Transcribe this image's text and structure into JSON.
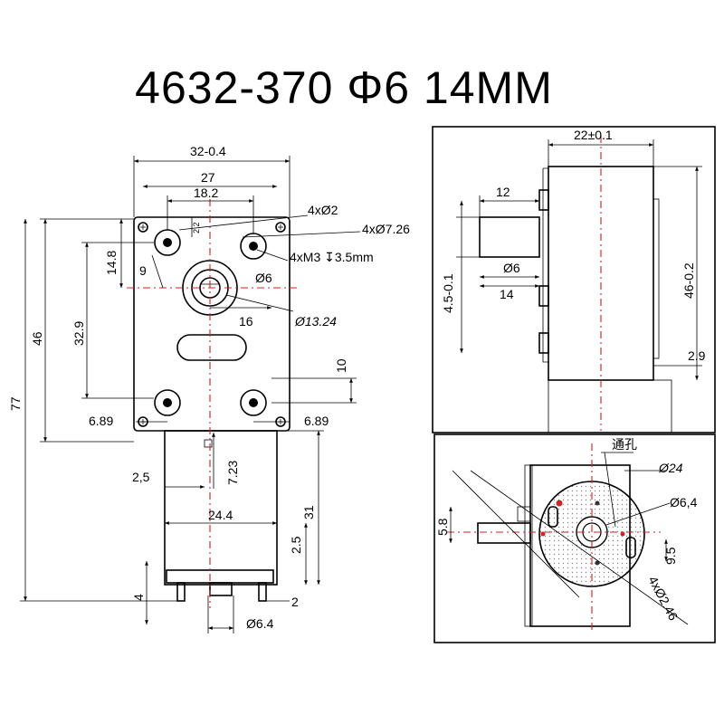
{
  "title": "4632-370 Φ6 14MM",
  "front_view": {
    "width_dim": "32-0.4",
    "hole_spacing_outer": "27",
    "hole_spacing_inner": "18.2",
    "small_offset": "2.2",
    "hole_callout_1": "4xØ2",
    "hole_callout_2": "4xØ7.26",
    "thread_callout": "4xM3 ↧3.5mm",
    "height_upper": "14.8",
    "offset_9": "9",
    "shaft_dia": "Ø6",
    "boss_dia": "Ø13.24",
    "dim_16": "16",
    "dim_32_9": "32.9",
    "dim_46": "46",
    "dim_77": "77",
    "dim_10": "10",
    "edge_left": "6.89",
    "edge_right": "6.89",
    "motor_2_5a": "2,5",
    "motor_7_23": "7.23",
    "motor_24_4": "24.4",
    "motor_2_5b": "2.5",
    "motor_31": "31",
    "terminal_4": "4",
    "terminal_2": "2",
    "motor_shaft": "Ø6.4"
  },
  "side_view": {
    "width_dim": "22±0.1",
    "shaft_len": "12",
    "shaft_dia": "Ø6",
    "shaft_flat": "14",
    "flat_depth": "4.5-0.1",
    "height": "46-0.2",
    "bottom": "2.9"
  },
  "end_view": {
    "through_hole": "通孔",
    "outer_dia": "Ø24",
    "boss_dia": "Ø6,4",
    "offset": "5.8",
    "spacing": "9.5",
    "holes": "4xØ2.46"
  },
  "colors": {
    "line": "#000000",
    "centerline": "#d42020",
    "accent": "#c62828"
  }
}
